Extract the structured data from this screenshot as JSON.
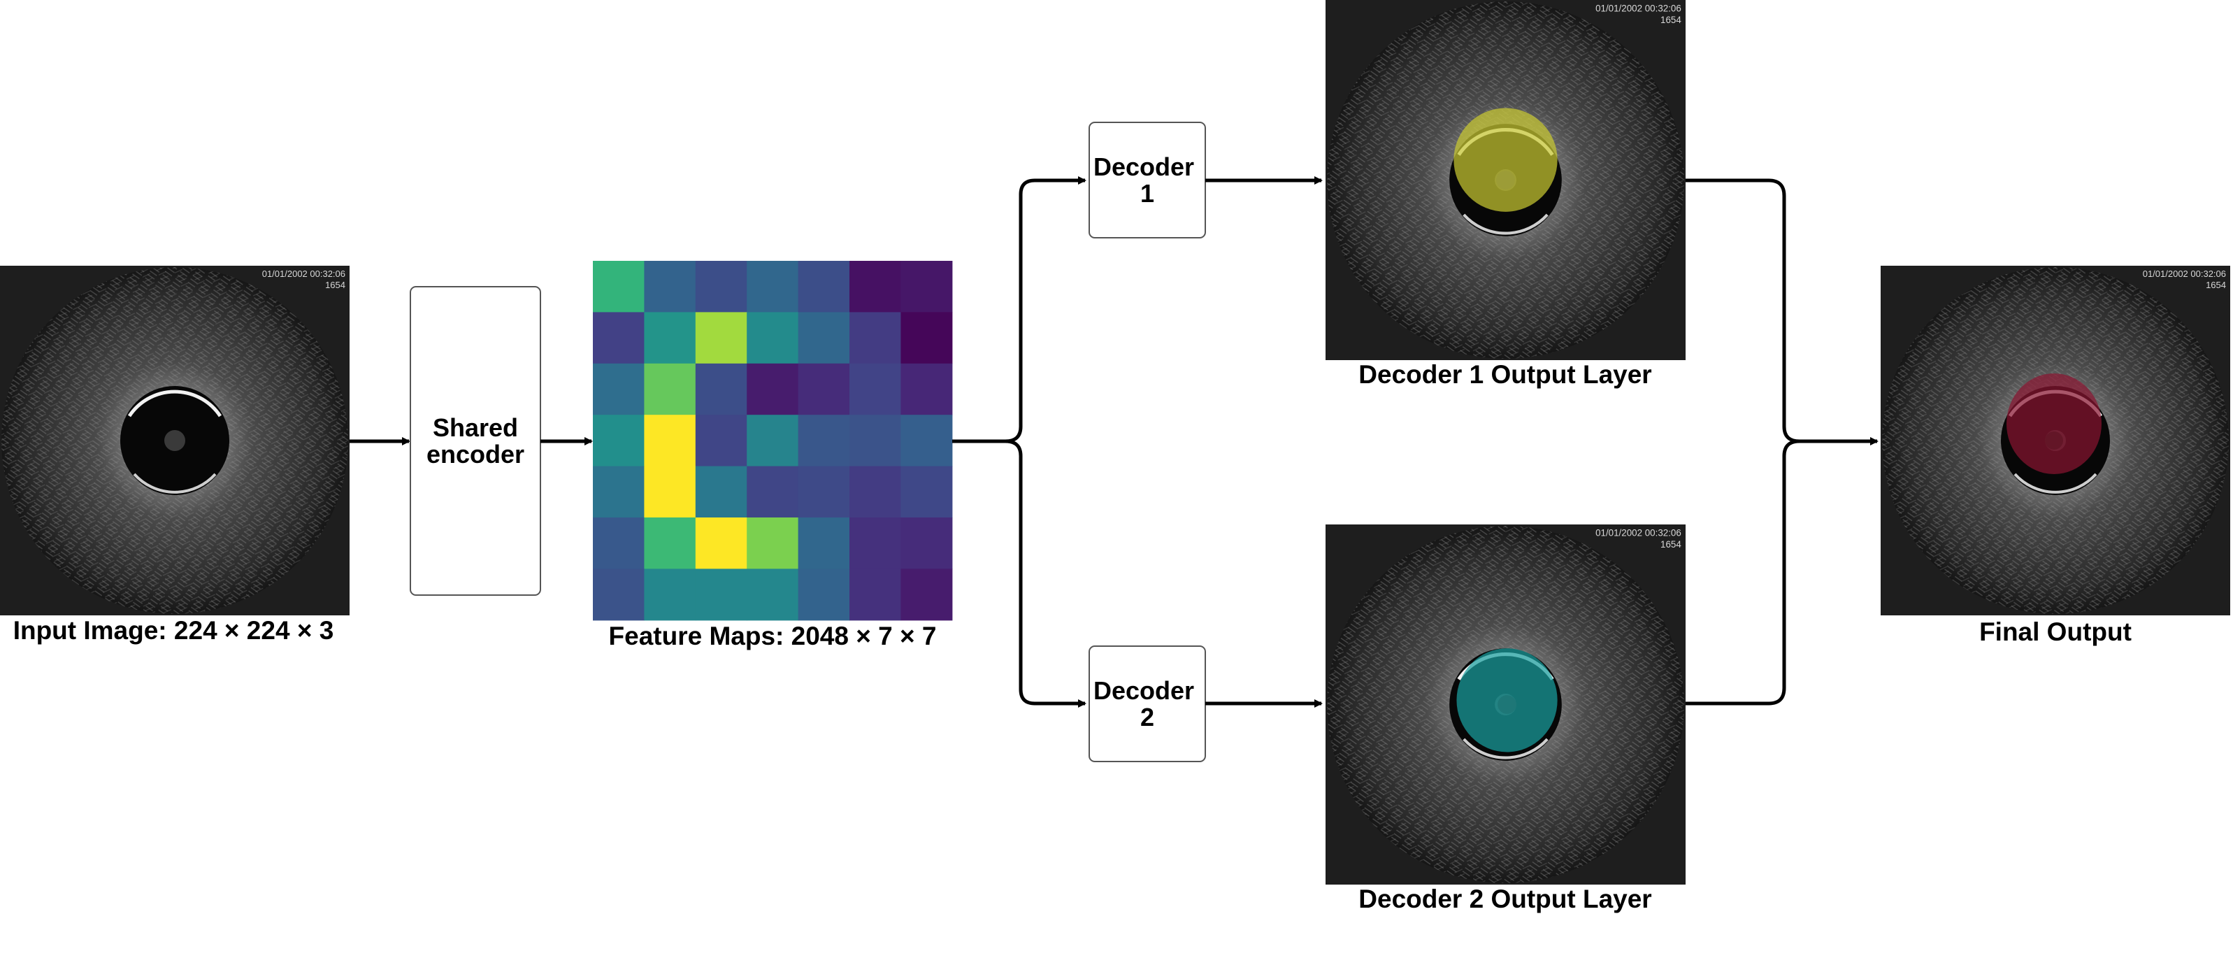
{
  "labels": {
    "input": "Input Image: 224 × 224 × 3",
    "features": "Feature Maps: 2048 × 7 × 7",
    "decoder1_output": "Decoder 1 Output Layer",
    "decoder2_output": "Decoder 2 Output Layer",
    "final": "Final Output"
  },
  "boxes": {
    "encoder_line1": "Shared",
    "encoder_line2": "encoder",
    "decoder1_line1": "Decoder",
    "decoder1_line2": "1",
    "decoder2_line1": "Decoder",
    "decoder2_line2": "2"
  },
  "ultrasound": {
    "date_stamp": "01/01/2002 00:32:06",
    "frame_id": "1654"
  },
  "overlays": {
    "decoder1": "#c8c832",
    "decoder2": "#1aa0a0",
    "final": "#8a1430"
  },
  "heatmap": {
    "colormap": "viridis",
    "values": [
      [
        0.74,
        0.4,
        0.3,
        0.42,
        0.3,
        0.06,
        0.08
      ],
      [
        0.24,
        0.64,
        0.9,
        0.6,
        0.42,
        0.22,
        0.02
      ],
      [
        0.45,
        0.82,
        0.3,
        0.1,
        0.16,
        0.25,
        0.14
      ],
      [
        0.62,
        1.0,
        0.26,
        0.56,
        0.34,
        0.32,
        0.38
      ],
      [
        0.48,
        1.0,
        0.5,
        0.26,
        0.28,
        0.22,
        0.27
      ],
      [
        0.35,
        0.76,
        1.0,
        0.85,
        0.42,
        0.18,
        0.16
      ],
      [
        0.32,
        0.58,
        0.58,
        0.58,
        0.4,
        0.18,
        0.1
      ]
    ]
  }
}
